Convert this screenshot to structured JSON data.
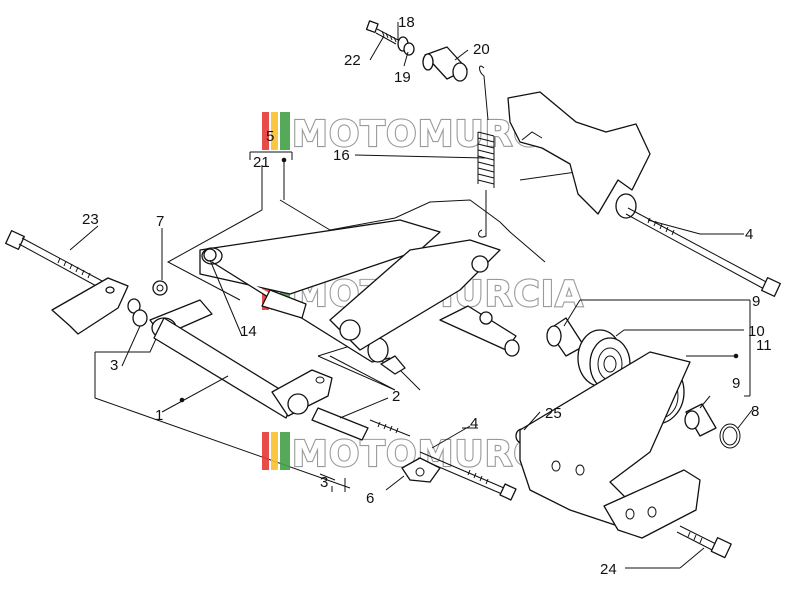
{
  "watermark": {
    "text": "MOTOMURCIA",
    "colors": [
      "#e53935",
      "#fbc02d",
      "#43a047",
      "#8e8e8e"
    ]
  },
  "callouts": {
    "c1": "1",
    "c2": "2",
    "c3a": "3",
    "c3b": "3",
    "c4a": "4",
    "c4b": "4",
    "c5": "5",
    "c6": "6",
    "c7": "7",
    "c8": "8",
    "c9a": "9",
    "c9b": "9",
    "c10": "10",
    "c11": "11",
    "c14": "14",
    "c16": "16",
    "c18": "18",
    "c19": "19",
    "c20": "20",
    "c21": "21",
    "c22": "22",
    "c23": "23",
    "c24": "24",
    "c25": "25"
  }
}
